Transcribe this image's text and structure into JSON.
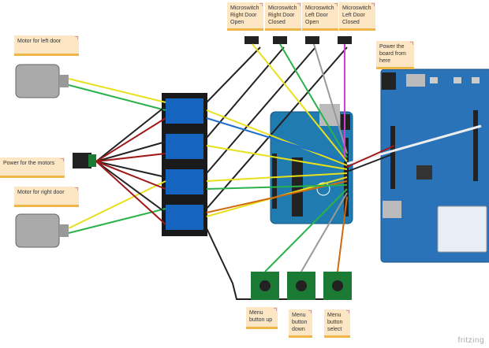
{
  "notes": {
    "motor_left": "Motor for left door",
    "power_motors": "Power for the motors",
    "motor_right": "Motor for right door",
    "ms_right_open": "Microswitch Right Door Open",
    "ms_right_closed": "Microswitch Right Door Closed",
    "ms_left_open": "Microswitch Left Door Open",
    "ms_left_closed": "Microswitch Left Door Closed",
    "power_board": "Power the board from here",
    "btn_up": "Menu button up",
    "btn_down": "Menu button down",
    "btn_select": "Menu button select"
  },
  "brand": "fritzing",
  "colors": {
    "board_blue": "#1f6fa8",
    "relay_blue": "#1565c0",
    "button_green": "#1b7a34",
    "note_bg": "#fde6c4"
  }
}
